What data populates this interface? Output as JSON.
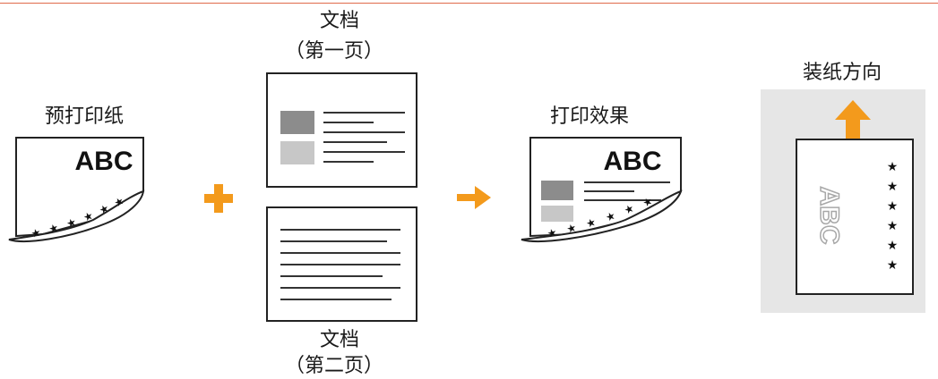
{
  "labels": {
    "preprinted": "预打印纸",
    "doc_page1_line1": "文档",
    "doc_page1_line2": "（第一页）",
    "doc_page2_line1": "文档",
    "doc_page2_line2": "（第二页）",
    "result": "打印效果",
    "paper_orientation": "装纸方向"
  },
  "paper_text": "ABC",
  "stars": "★",
  "colors": {
    "accent_orange": "#f39a1c",
    "top_rule": "#e06a4a",
    "panel_gray": "#e6e6e6"
  },
  "icons": [
    "plus-icon",
    "arrow-right-icon",
    "arrow-up-icon",
    "star-icon"
  ]
}
